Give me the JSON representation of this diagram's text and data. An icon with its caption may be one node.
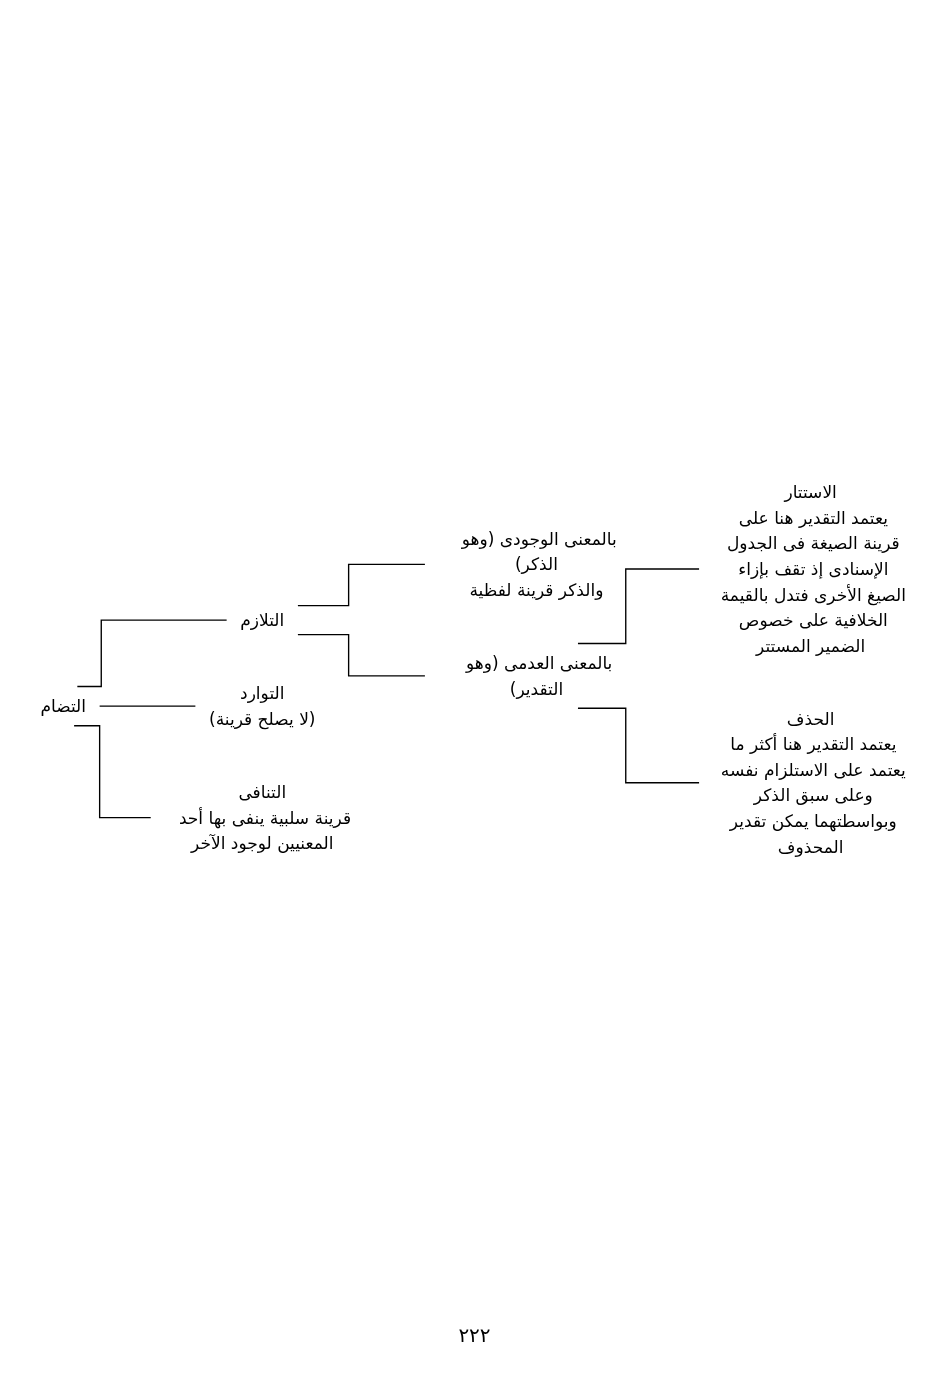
{
  "diagram": {
    "nodes": [
      {
        "text": [
          "التضام"
        ]
      },
      {
        "text": [
          "التلازم"
        ]
      },
      {
        "text": [
          "التوارد",
          "(لا يصلح قرينة)"
        ]
      },
      {
        "text": [
          "التنافى",
          "قرينة سلبية ينفى بها أحد المعنيين لوجود الآخر"
        ]
      },
      {
        "text": [
          "بالمعنى الوجودى (وهو الذكر)",
          "والذكر قرينة لفظية"
        ]
      },
      {
        "text": [
          "بالمعنى العدمى (وهو التقدير)"
        ]
      },
      {
        "text": [
          "الاستتار",
          "يعتمد التقدير هنا على قرينة الصيغة فى الجدول الإسنادى إذ تقف بإزاء الصيغ الأخرى فتدل بالقيمة الخلافية على خصوص الضمير المستتر"
        ]
      },
      {
        "text": [
          "الحذف",
          "يعتمد التقدير هنا أكثر ما يعتمد على الاستلزام نفسه وعلى سبق الذكر وبواسطتهما يمكن تقدير المحذوف"
        ]
      }
    ],
    "edges": [
      {
        "from": 0,
        "to": 1,
        "arrow": "none"
      },
      {
        "from": 0,
        "to": 2,
        "arrow": "none"
      },
      {
        "from": 0,
        "to": 3,
        "arrow": "none"
      },
      {
        "from": 1,
        "to": 4,
        "arrow": "none"
      },
      {
        "from": 1,
        "to": 5,
        "arrow": "none"
      },
      {
        "from": 5,
        "to": 6,
        "arrow": "none"
      },
      {
        "from": 5,
        "to": 7,
        "arrow": "none"
      }
    ],
    "labels": [
      "٢٢٢"
    ]
  }
}
